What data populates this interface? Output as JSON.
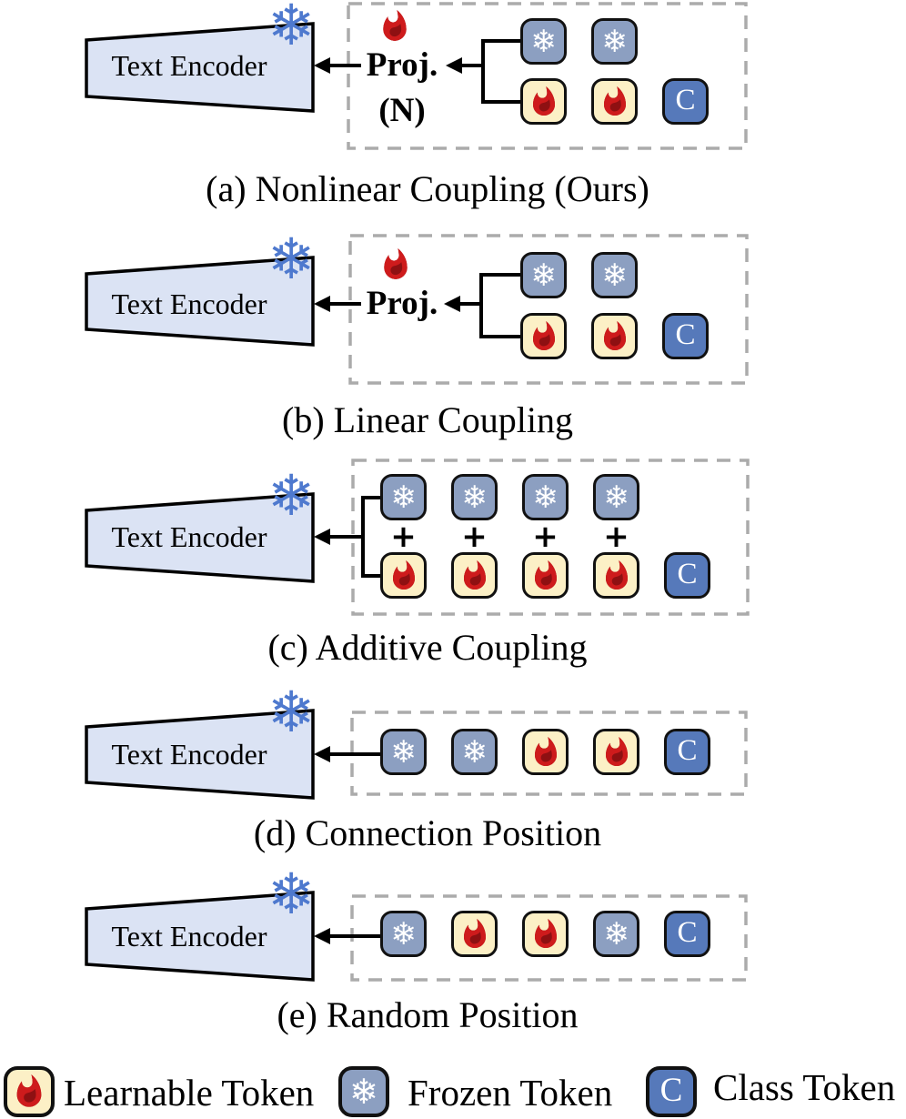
{
  "sections": [
    {
      "caption": "(a) Nonlinear Coupling (Ours)"
    },
    {
      "caption": "(b) Linear Coupling"
    },
    {
      "caption": "(c) Additive Coupling"
    },
    {
      "caption": "(d) Connection Position"
    },
    {
      "caption": "(e) Random Position"
    }
  ],
  "encoder": {
    "label": "Text Encoder"
  },
  "proj": {
    "label": "Proj.",
    "n_label": "(N)"
  },
  "class_letter": "C",
  "glyphs": {
    "snowflake": "❄",
    "plus": "+"
  },
  "rows": {
    "a_top": [
      "frozen",
      "frozen"
    ],
    "a_bottom": [
      "learnable",
      "learnable",
      "class"
    ],
    "b_top": [
      "frozen",
      "frozen"
    ],
    "b_bottom": [
      "learnable",
      "learnable",
      "class"
    ],
    "c_top": [
      "frozen",
      "frozen",
      "frozen",
      "frozen"
    ],
    "c_plus": [
      "+",
      "+",
      "+",
      "+"
    ],
    "c_bottom": [
      "learnable",
      "learnable",
      "learnable",
      "learnable",
      "class"
    ],
    "d_row": [
      "frozen",
      "frozen",
      "learnable",
      "learnable",
      "class"
    ],
    "e_row": [
      "frozen",
      "learnable",
      "learnable",
      "frozen",
      "class"
    ],
    "legend_learnable": [
      "learnable"
    ],
    "legend_frozen": [
      "frozen"
    ],
    "legend_class": [
      "class"
    ]
  },
  "legend": {
    "items": [
      {
        "type": "learnable",
        "label": "Learnable Token"
      },
      {
        "type": "frozen",
        "label": "Frozen Token"
      },
      {
        "type": "class",
        "label": "Class Token"
      }
    ]
  },
  "colors": {
    "frozen_bg": "#8C9FC1",
    "learnable_bg": "#FCF0C6",
    "class_bg": "#5679BA",
    "flame_red": "#CE1B1C",
    "flame_dark": "#8E1012",
    "encoder_fill": "#DBE3F4",
    "encoder_snowflake": "#4E79CE",
    "dash_gray": "#ABABAB",
    "line_black": "#000000"
  }
}
